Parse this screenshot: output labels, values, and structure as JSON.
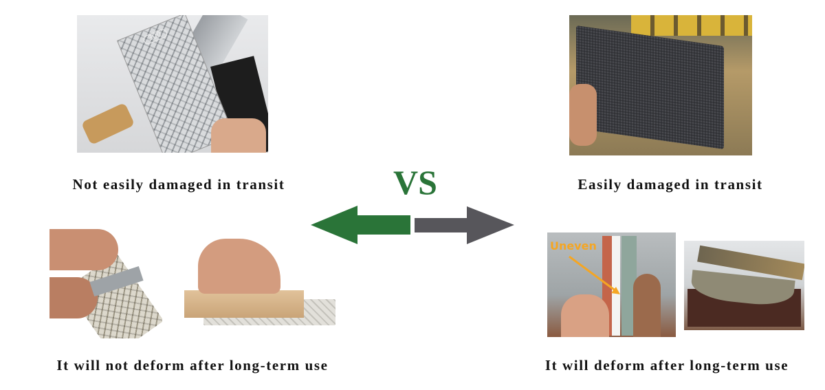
{
  "left": {
    "top_caption": "Not easily damaged in transit",
    "bottom_caption": "It will not deform after long-term use",
    "stone_grit_label": "300"
  },
  "right": {
    "top_caption": "Easily damaged in transit",
    "bottom_caption": "It will deform after long-term use",
    "annotation": "Uneven"
  },
  "center": {
    "vs_label": "VS"
  },
  "colors": {
    "accent_green": "#2a7438",
    "arrow_gray": "#57565b",
    "annotation_orange": "#f5a623"
  }
}
